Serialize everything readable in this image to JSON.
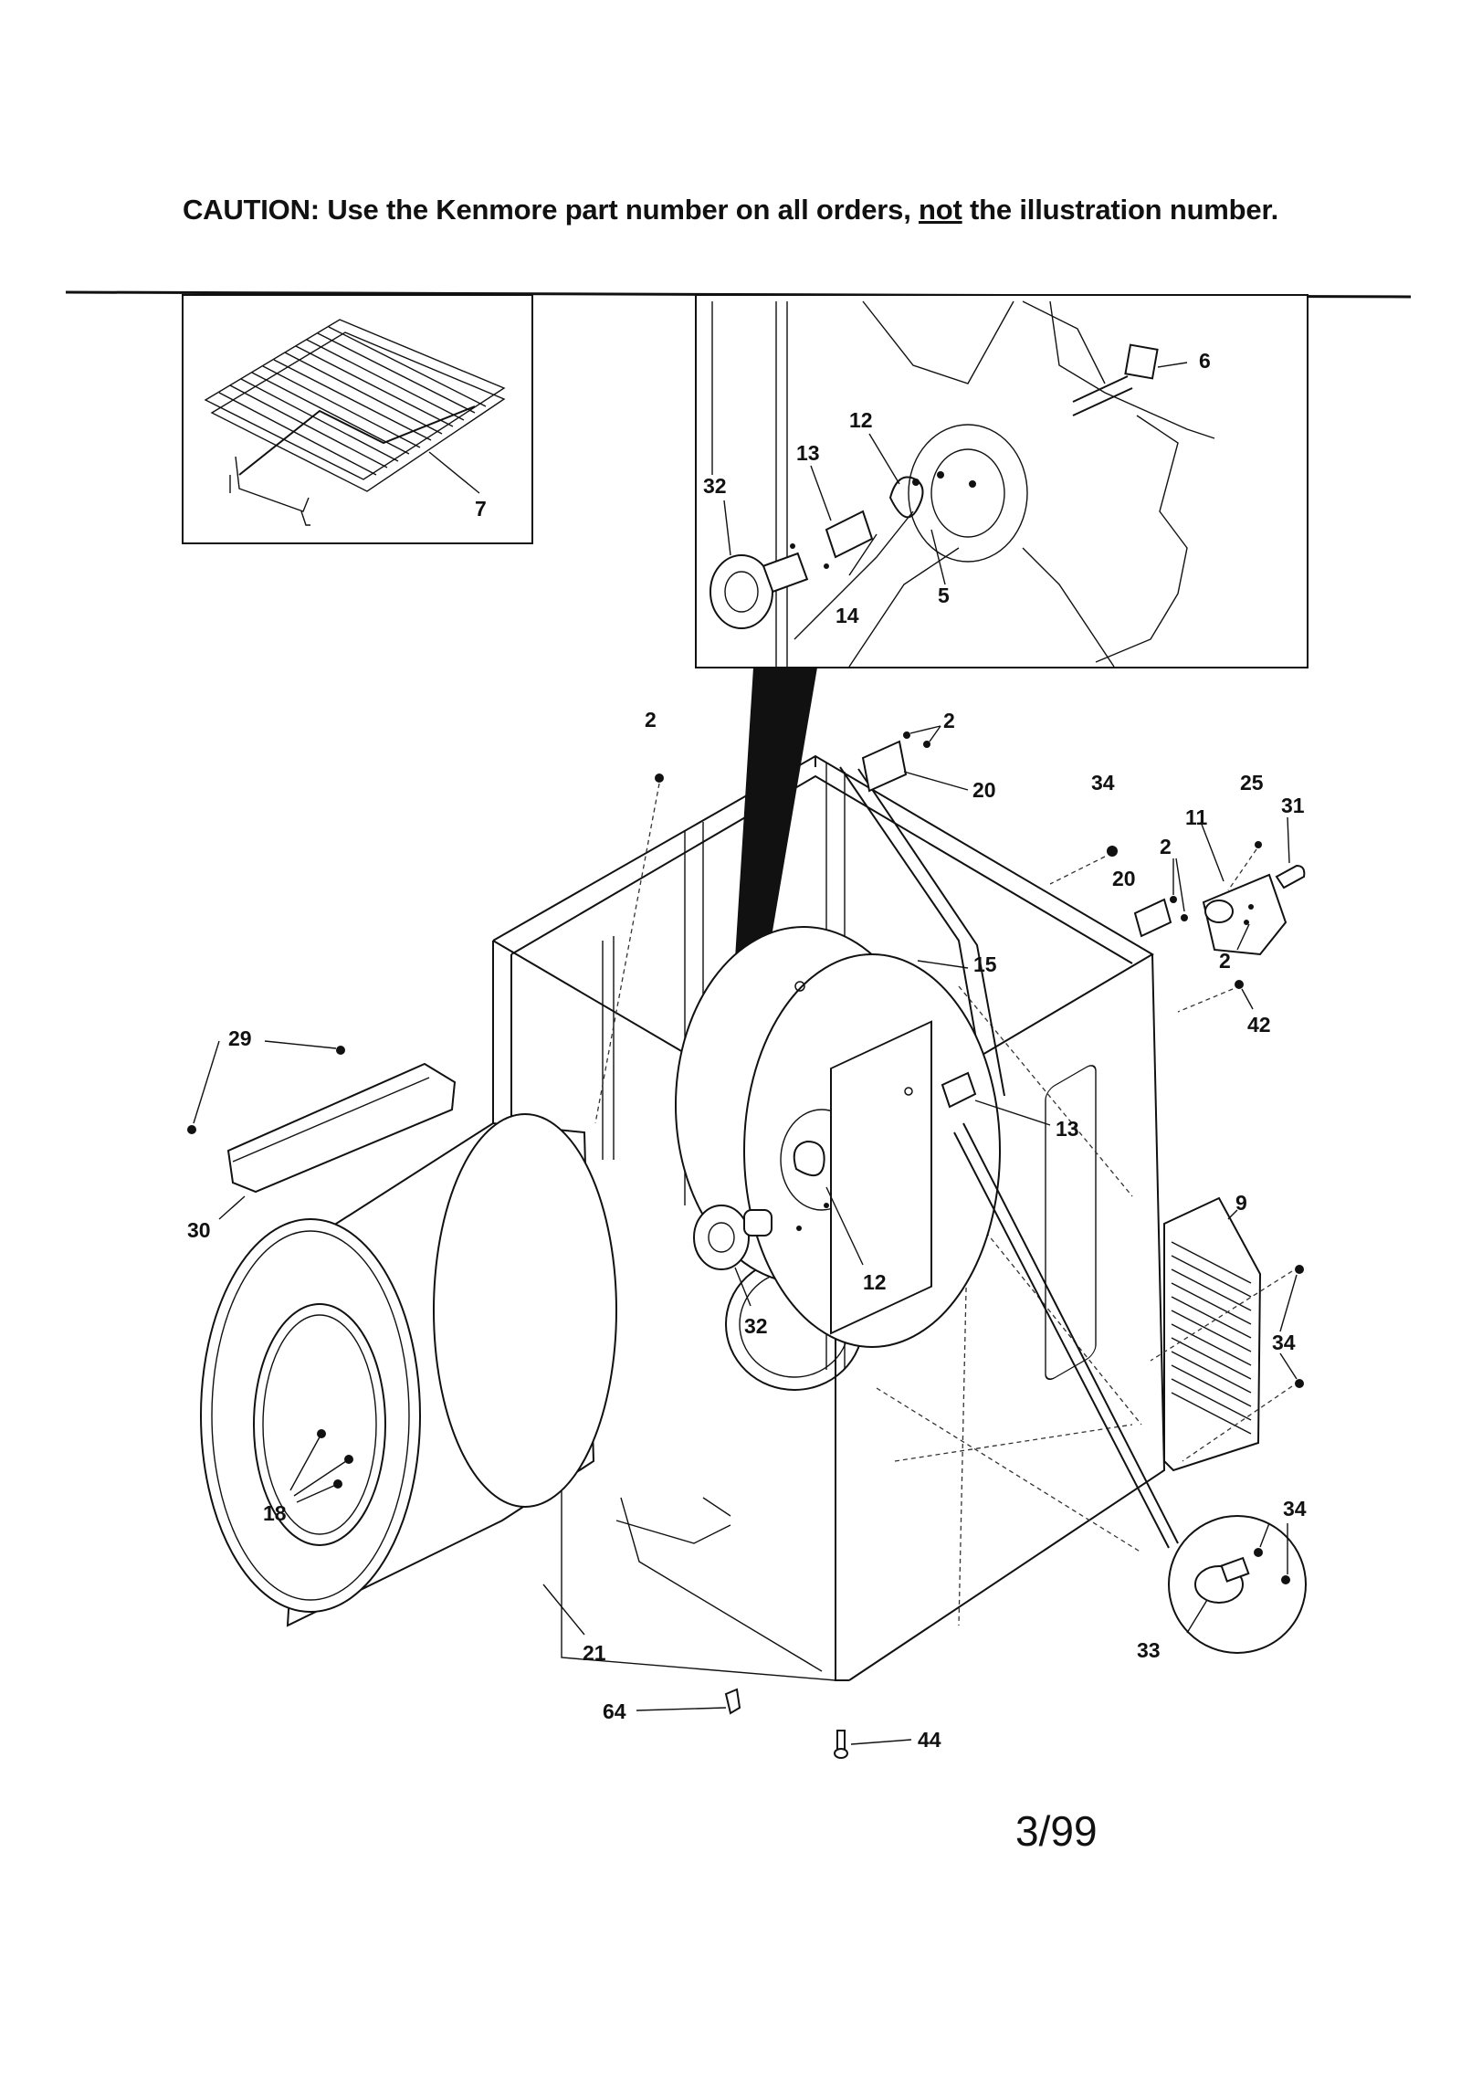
{
  "caution": {
    "lead": "CAUTION: Use the Kenmore part number on all orders, ",
    "underlined": "not",
    "tail": " the illustration number."
  },
  "date_code": "3/99",
  "callouts": {
    "rack": "7",
    "inset_6": "6",
    "inset_12": "12",
    "inset_13": "13",
    "inset_32": "32",
    "inset_14": "14",
    "inset_5": "5",
    "screw_2_top": "2",
    "screw_2_bracket": "2",
    "bracket_20_left": "20",
    "screw_34_top": "34",
    "screw_25": "25",
    "part_11": "11",
    "part_31": "31",
    "screw_2_right": "2",
    "bracket_20_right": "20",
    "screw_2_lower": "2",
    "screw_42": "42",
    "belt_15": "15",
    "duct_29": "29",
    "duct_30": "30",
    "clip_13": "13",
    "panel_9": "9",
    "screw_34_panel": "34",
    "bearing_12": "12",
    "bearing_32": "32",
    "baffle_18": "18",
    "screw_34_thermostat": "34",
    "thermostat_33": "33",
    "drum_21": "21",
    "clip_64": "64",
    "leg_44": "44"
  }
}
